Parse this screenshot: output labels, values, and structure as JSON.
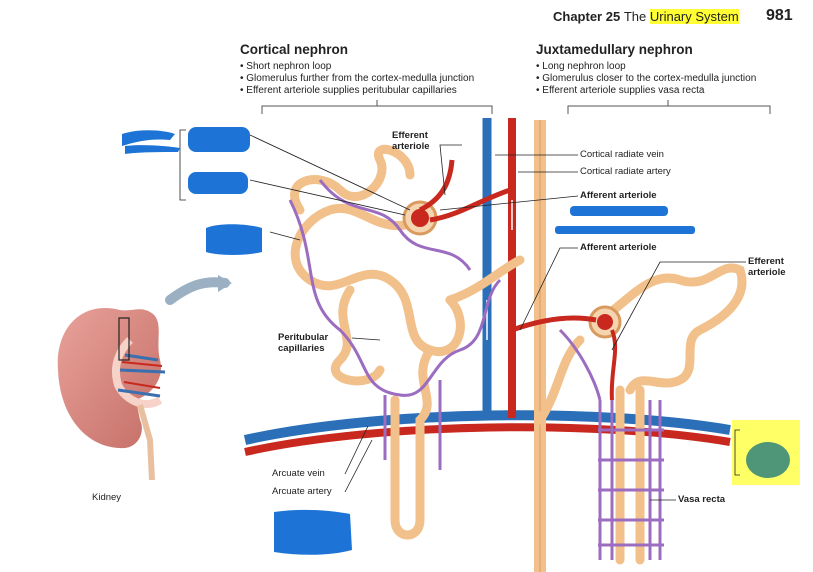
{
  "header": {
    "chapter": "Chapter 25",
    "the": "The",
    "topic": "Urinary System",
    "page": "981"
  },
  "cortical": {
    "title": "Cortical nephron",
    "bullets": [
      "Short nephron loop",
      "Glomerulus further from the cortex-medulla junction",
      "Efferent arteriole supplies peritubular capillaries"
    ]
  },
  "juxta": {
    "title": "Juxtamedullary nephron",
    "bullets": [
      "Long nephron loop",
      "Glomerulus closer to the cortex-medulla junction",
      "Efferent arteriole supplies vasa recta"
    ]
  },
  "labels": {
    "efferent_arteriole_1": "Efferent\narteriole",
    "cortical_radiate_vein": "Cortical radiate vein",
    "cortical_radiate_artery": "Cortical radiate artery",
    "afferent_arteriole_1": "Afferent arteriole",
    "afferent_arteriole_2": "Afferent arteriole",
    "efferent_arteriole_2": "Efferent\narteriole",
    "peritubular_capillaries": "Peritubular\ncapillaries",
    "arcuate_vein": "Arcuate vein",
    "arcuate_artery": "Arcuate artery",
    "vasa_recta": "Vasa recta",
    "kidney": "Kidney"
  },
  "colors": {
    "highlight": "#ffff33",
    "vein": "#2a6fb8",
    "artery": "#c8281e",
    "tubule": "#f2c08a",
    "capillary": "#9b6cc0",
    "redaction": "#1e74d6"
  }
}
